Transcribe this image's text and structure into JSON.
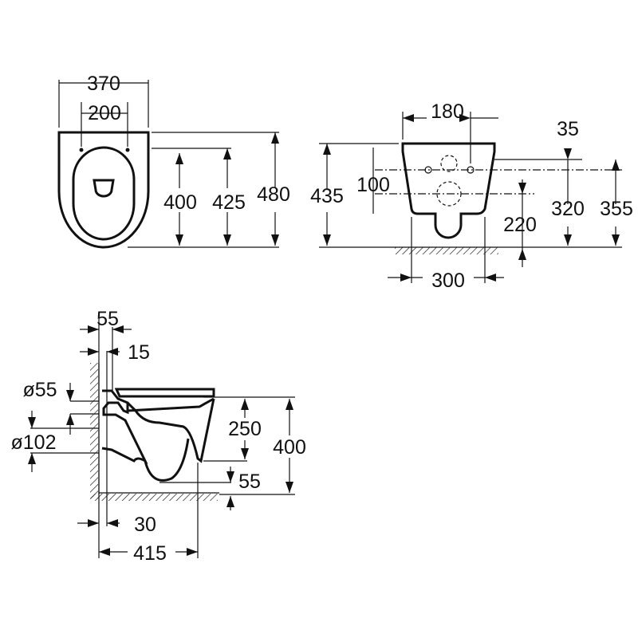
{
  "top_view": {
    "width_total": "370",
    "hole_spacing": "200",
    "d400": "400",
    "d425": "425",
    "d480": "480"
  },
  "front_view": {
    "d180": "180",
    "d35": "35",
    "d435": "435",
    "d100": "100",
    "d220": "220",
    "d320": "320",
    "d355": "355",
    "d300": "300"
  },
  "side_view": {
    "d55_top": "55",
    "d15": "15",
    "dia55": "ø55",
    "dia102": "ø102",
    "d250": "250",
    "d400": "400",
    "d55_bottom": "55",
    "d30": "30",
    "d415": "415"
  }
}
